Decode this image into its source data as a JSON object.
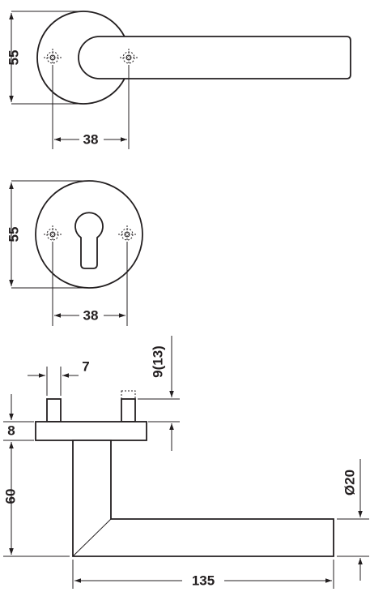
{
  "dimensions": {
    "top_rose_height": "55",
    "top_rose_screw_spacing": "38",
    "keyhole_rose_height": "55",
    "keyhole_rose_screw_spacing": "38",
    "pin_width": "7",
    "pin_projection": "9(13)",
    "rose_thickness": "8",
    "lever_height": "60",
    "lever_diameter": "Ø20",
    "lever_length": "135"
  },
  "colors": {
    "line": "#231f20",
    "background": "#ffffff"
  }
}
